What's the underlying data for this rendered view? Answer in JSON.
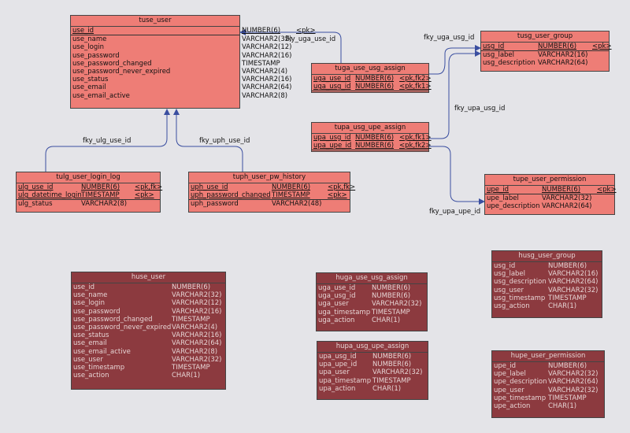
{
  "tables": {
    "tuse_user": {
      "title": "tuse_user",
      "rows": [
        {
          "name": "use_id",
          "type": "NUMBER(6)",
          "key": "<pk>"
        },
        {
          "name": "use_name",
          "type": "VARCHAR2(32)",
          "key": ""
        },
        {
          "name": "use_login",
          "type": "VARCHAR2(12)",
          "key": ""
        },
        {
          "name": "use_password",
          "type": "VARCHAR2(16)",
          "key": ""
        },
        {
          "name": "use_password_changed",
          "type": "TIMESTAMP",
          "key": ""
        },
        {
          "name": "use_password_never_expired",
          "type": "VARCHAR2(4)",
          "key": ""
        },
        {
          "name": "use_status",
          "type": "VARCHAR2(16)",
          "key": ""
        },
        {
          "name": "use_email",
          "type": "VARCHAR2(64)",
          "key": ""
        },
        {
          "name": "use_email_active",
          "type": "VARCHAR2(8)",
          "key": ""
        }
      ]
    },
    "tusg_user_group": {
      "title": "tusg_user_group",
      "rows": [
        {
          "name": "usg_id",
          "type": "NUMBER(6)",
          "key": "<pk>"
        },
        {
          "name": "usg_label",
          "type": "VARCHAR2(16)",
          "key": ""
        },
        {
          "name": "usg_description",
          "type": "VARCHAR2(64)",
          "key": ""
        }
      ]
    },
    "tuga_use_usg_assign": {
      "title": "tuga_use_usg_assign",
      "rows": [
        {
          "name": "uga_use_id",
          "type": "NUMBER(6)",
          "key": "<pk,fk2>"
        },
        {
          "name": "uga_usg_id",
          "type": "NUMBER(6)",
          "key": "<pk,fk1>"
        }
      ]
    },
    "tupa_usg_upe_assign": {
      "title": "tupa_usg_upe_assign",
      "rows": [
        {
          "name": "upa_usg_id",
          "type": "NUMBER(6)",
          "key": "<pk,fk1>"
        },
        {
          "name": "upa_upe_id",
          "type": "NUMBER(6)",
          "key": "<pk,fk2>"
        }
      ]
    },
    "tulg_user_login_log": {
      "title": "tulg_user_login_log",
      "rows": [
        {
          "name": "ulg_use_id",
          "type": "NUMBER(6)",
          "key": "<pk,fk>"
        },
        {
          "name": "ulg_datetime_login",
          "type": "TIMESTAMP",
          "key": "<pk>"
        },
        {
          "name": "ulg_status",
          "type": "VARCHAR2(8)",
          "key": ""
        }
      ]
    },
    "tuph_user_pw_history": {
      "title": "tuph_user_pw_history",
      "rows": [
        {
          "name": "uph_use_id",
          "type": "NUMBER(6)",
          "key": "<pk,fk>"
        },
        {
          "name": "uph_password_changed",
          "type": "TIMESTAMP",
          "key": "<pk>"
        },
        {
          "name": "uph_password",
          "type": "VARCHAR2(48)",
          "key": ""
        }
      ]
    },
    "tupe_user_permission": {
      "title": "tupe_user_permission",
      "rows": [
        {
          "name": "upe_id",
          "type": "NUMBER(6)",
          "key": "<pk>"
        },
        {
          "name": "upe_label",
          "type": "VARCHAR2(32)",
          "key": ""
        },
        {
          "name": "upe_description",
          "type": "VARCHAR2(64)",
          "key": ""
        }
      ]
    },
    "huse_user": {
      "title": "huse_user",
      "rows": [
        {
          "name": "use_id",
          "type": "NUMBER(6)",
          "key": ""
        },
        {
          "name": "use_name",
          "type": "VARCHAR2(32)",
          "key": ""
        },
        {
          "name": "use_login",
          "type": "VARCHAR2(12)",
          "key": ""
        },
        {
          "name": "use_password",
          "type": "VARCHAR2(16)",
          "key": ""
        },
        {
          "name": "use_password_changed",
          "type": "TIMESTAMP",
          "key": ""
        },
        {
          "name": "use_password_never_expired",
          "type": "VARCHAR2(4)",
          "key": ""
        },
        {
          "name": "use_status",
          "type": "VARCHAR2(16)",
          "key": ""
        },
        {
          "name": "use_email",
          "type": "VARCHAR2(64)",
          "key": ""
        },
        {
          "name": "use_email_active",
          "type": "VARCHAR2(8)",
          "key": ""
        },
        {
          "name": "use_user",
          "type": "VARCHAR2(32)",
          "key": ""
        },
        {
          "name": "use_timestamp",
          "type": "TIMESTAMP",
          "key": ""
        },
        {
          "name": "use_action",
          "type": "CHAR(1)",
          "key": ""
        }
      ]
    },
    "huga_use_usg_assign": {
      "title": "huga_use_usg_assign",
      "rows": [
        {
          "name": "uga_use_id",
          "type": "NUMBER(6)",
          "key": ""
        },
        {
          "name": "uga_usg_id",
          "type": "NUMBER(6)",
          "key": ""
        },
        {
          "name": "uga_user",
          "type": "VARCHAR2(32)",
          "key": ""
        },
        {
          "name": "uga_timestamp",
          "type": "TIMESTAMP",
          "key": ""
        },
        {
          "name": "uga_action",
          "type": "CHAR(1)",
          "key": ""
        }
      ]
    },
    "hupa_usg_upe_assign": {
      "title": "hupa_usg_upe_assign",
      "rows": [
        {
          "name": "upa_usg_id",
          "type": "NUMBER(6)",
          "key": ""
        },
        {
          "name": "upa_upe_id",
          "type": "NUMBER(6)",
          "key": ""
        },
        {
          "name": "upa_user",
          "type": "VARCHAR2(32)",
          "key": ""
        },
        {
          "name": "upa_timestamp",
          "type": "TIMESTAMP",
          "key": ""
        },
        {
          "name": "upa_action",
          "type": "CHAR(1)",
          "key": ""
        }
      ]
    },
    "husg_user_group": {
      "title": "husg_user_group",
      "rows": [
        {
          "name": "usg_id",
          "type": "NUMBER(6)",
          "key": ""
        },
        {
          "name": "usg_label",
          "type": "VARCHAR2(16)",
          "key": ""
        },
        {
          "name": "usg_description",
          "type": "VARCHAR2(64)",
          "key": ""
        },
        {
          "name": "usg_user",
          "type": "VARCHAR2(32)",
          "key": ""
        },
        {
          "name": "usg_timestamp",
          "type": "TIMESTAMP",
          "key": ""
        },
        {
          "name": "usg_action",
          "type": "CHAR(1)",
          "key": ""
        }
      ]
    },
    "hupe_user_permission": {
      "title": "hupe_user_permission",
      "rows": [
        {
          "name": "upe_id",
          "type": "NUMBER(6)",
          "key": ""
        },
        {
          "name": "upe_label",
          "type": "VARCHAR2(32)",
          "key": ""
        },
        {
          "name": "upe_description",
          "type": "VARCHAR2(64)",
          "key": ""
        },
        {
          "name": "upe_user",
          "type": "VARCHAR2(32)",
          "key": ""
        },
        {
          "name": "upe_timestamp",
          "type": "TIMESTAMP",
          "key": ""
        },
        {
          "name": "upe_action",
          "type": "CHAR(1)",
          "key": ""
        }
      ]
    }
  },
  "relations": {
    "fky_uga_use_id": "fky_uga_use_id",
    "fky_uga_usg_id": "fky_uga_usg_id",
    "fky_upa_usg_id": "fky_upa_usg_id",
    "fky_upa_upe_id": "fky_upa_upe_id",
    "fky_ulg_use_id": "fky_ulg_use_id",
    "fky_uph_use_id": "fky_uph_use_id"
  },
  "colors": {
    "canvas": "#e4e4e8",
    "table_fill": "#ee7d76",
    "history_table_fill": "#8c3a3f",
    "connector": "#3a4ea0"
  }
}
